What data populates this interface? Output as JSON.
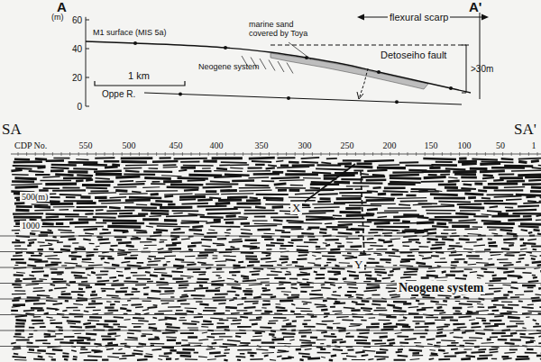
{
  "diagram": {
    "labels": [
      "A",
      "(m)",
      "60",
      "40",
      "20",
      "0",
      "flexural scarp",
      "A'",
      "M1 surface (MIS 5a)",
      "marine sand",
      "covered by Toya",
      "Detoseiho fault",
      "Neogene system",
      ">30m",
      "Oppe R.",
      "1 km",
      "SA",
      "SA'",
      "CDP No.",
      "550",
      "500",
      "450",
      "400",
      "350",
      "300",
      "250",
      "200",
      "150",
      "100",
      "50",
      "1",
      "500(m)",
      "1000",
      "X",
      "Y",
      "Neogene system"
    ]
  }
}
